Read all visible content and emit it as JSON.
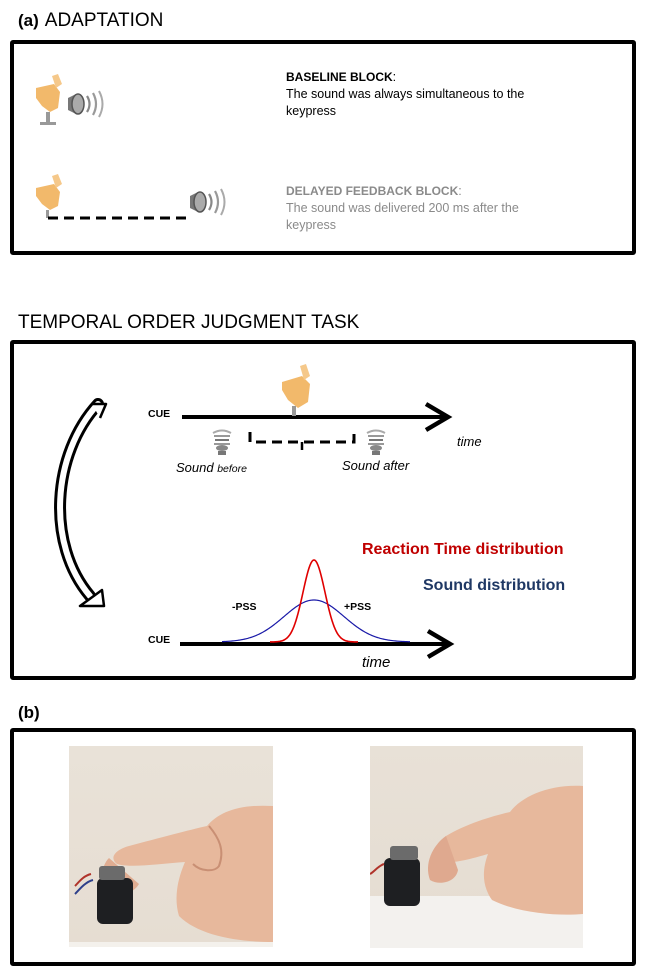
{
  "part_a": {
    "label": "(a)",
    "title": "ADAPTATION",
    "baseline_block": {
      "title": "BASELINE BLOCK",
      "colon": ":",
      "text_line1": "The sound was always  simultaneous to the",
      "text_line2": "keypress"
    },
    "delayed_block": {
      "title": "DELAYED FEEDBACK BLOCK",
      "colon": ":",
      "text_line1": "The sound was delivered 200 ms after the",
      "text_line2": "keypress"
    }
  },
  "toj": {
    "title": "TEMPORAL ORDER JUDGMENT TASK",
    "cue_top": "CUE",
    "time_top": "time",
    "sound_before_a": "Sound ",
    "sound_before_b": "before",
    "sound_after": "Sound after",
    "legend_rt": "Reaction Time distribution",
    "legend_sound": "Sound distribution",
    "minus_pss": "-PSS",
    "plus_pss": "+PSS",
    "cue_bottom": "CUE",
    "time_bottom": "time"
  },
  "part_b": {
    "label": "(b)"
  },
  "colors": {
    "rt_curve": "#e00000",
    "sound_curve": "#1a1aa8",
    "legend_rt": "#c00000",
    "legend_sound": "#1f3864",
    "finger": "#f2b96b",
    "grey_text": "#8a8a8a"
  }
}
